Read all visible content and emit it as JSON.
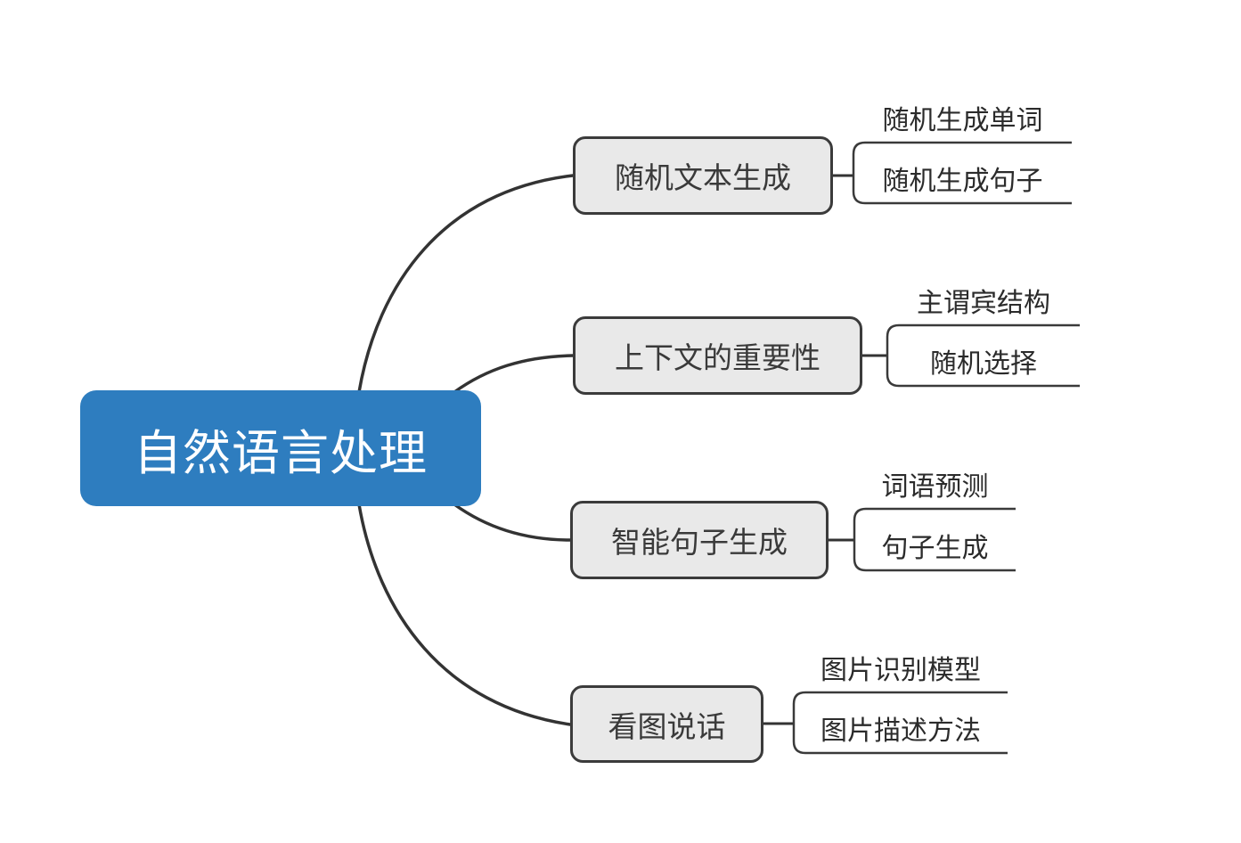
{
  "root": {
    "label": "自然语言处理"
  },
  "branches": [
    {
      "label": "随机文本生成",
      "children": [
        "随机生成单词",
        "随机生成句子"
      ]
    },
    {
      "label": "上下文的重要性",
      "children": [
        "主谓宾结构",
        "随机选择"
      ]
    },
    {
      "label": "智能句子生成",
      "children": [
        "词语预测",
        "句子生成"
      ]
    },
    {
      "label": "看图说话",
      "children": [
        "图片识别模型",
        "图片描述方法"
      ]
    }
  ],
  "colors": {
    "root_fill": "#2e7dbf",
    "root_text": "#ffffff",
    "branch_fill": "#e9e9e9",
    "branch_border": "#3b3b3b",
    "connector": "#333333",
    "background": "#ffffff"
  }
}
